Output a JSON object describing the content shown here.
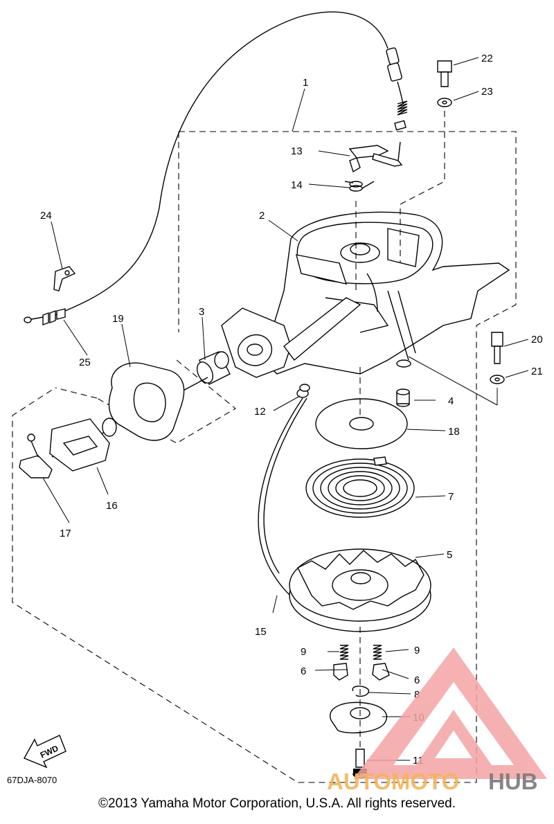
{
  "diagram": {
    "code": "67DJA-8070",
    "fwd_label": "FWD",
    "copyright": "©2013 Yamaha Motor Corporation, U.S.A. All rights reserved.",
    "callouts": {
      "c1": "1",
      "c2": "2",
      "c3": "3",
      "c4": "4",
      "c5": "5",
      "c6a": "6",
      "c6b": "6",
      "c7": "7",
      "c8": "8",
      "c9a": "9",
      "c9b": "9",
      "c10": "10",
      "c11": "11",
      "c12": "12",
      "c13": "13",
      "c14": "14",
      "c15": "15",
      "c16": "16",
      "c17": "17",
      "c18": "18",
      "c19": "19",
      "c20": "20",
      "c21": "21",
      "c22": "22",
      "c23": "23",
      "c24": "24",
      "c25": "25"
    }
  },
  "watermark": {
    "brand_left": "AUTOMOTO",
    "brand_right": "HUB",
    "triangle_color": "#f4a4a4",
    "orange": "#f5b35a",
    "gray": "#7a7a7a"
  }
}
